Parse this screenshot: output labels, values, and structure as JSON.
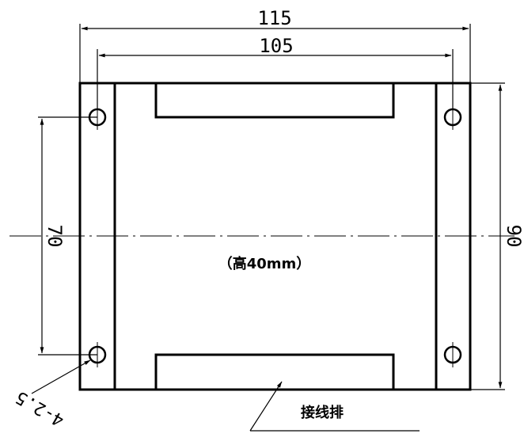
{
  "dimensions": {
    "outer_width": "115",
    "hole_spacing_x": "105",
    "hole_spacing_y": "70",
    "outer_height": "90"
  },
  "labels": {
    "height_note": "（高40mm）",
    "hole_callout": "4-2.5",
    "terminal_block": "接线排"
  },
  "colors": {
    "line": "#000000",
    "background": "#ffffff"
  }
}
